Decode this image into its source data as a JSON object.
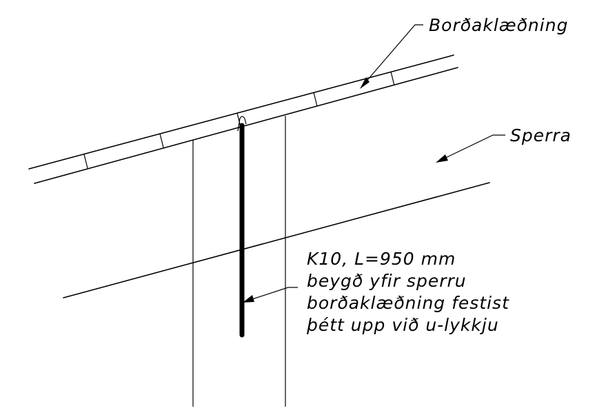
{
  "labels": {
    "cladding": "Borðaklæðning",
    "rafter": "Sperra",
    "note_line1": "K10, L=950 mm",
    "note_line2": "beygð yfir sperru",
    "note_line3": "borðaklæðning festist",
    "note_line4": "þétt upp við u-lykkju"
  }
}
